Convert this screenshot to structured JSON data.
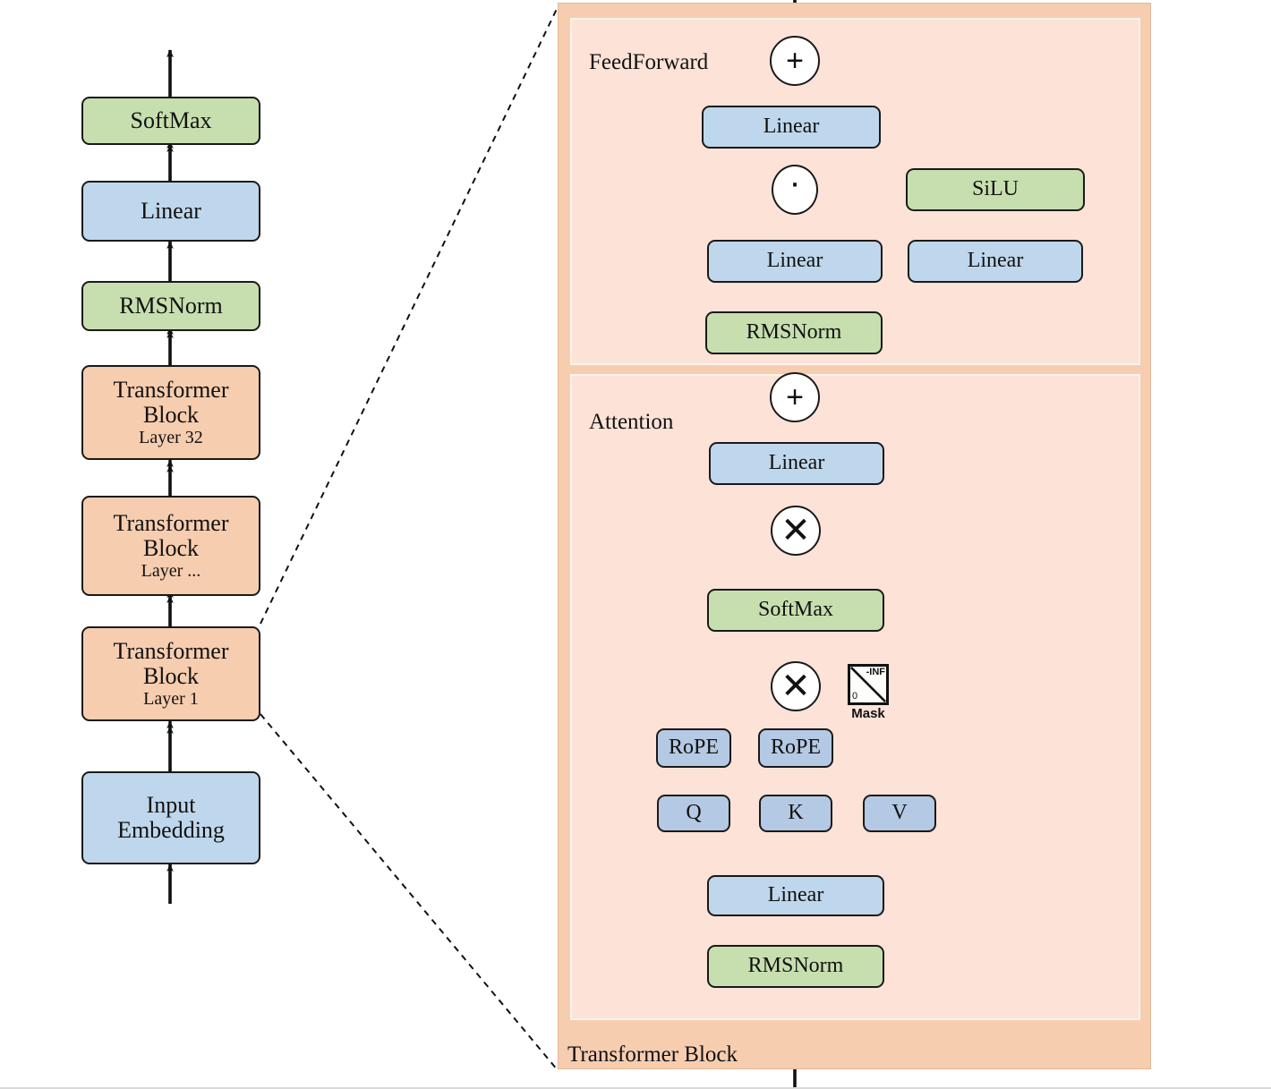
{
  "diagram": {
    "title": "Transformer (LLaMA-style) architecture",
    "colors": {
      "green": "#c7dfae",
      "blue": "#bfd7ec",
      "blue_dark": "#b4c9e4",
      "orange": "#f6cdaf",
      "panel_outer": "#f7cdb0",
      "panel_inner": "#fce2d7",
      "stroke": "#1a1a1a",
      "background": "#ffffff"
    }
  },
  "stack": {
    "name": "model-stack",
    "blocks": [
      {
        "label": "SoftMax",
        "sublabel": "",
        "kind": "green"
      },
      {
        "label": "Linear",
        "sublabel": "",
        "kind": "blue"
      },
      {
        "label": "RMSNorm",
        "sublabel": "",
        "kind": "green"
      },
      {
        "label": "Transformer\nBlock",
        "line1": "Transformer",
        "line2": "Block",
        "sublabel": "Layer 32",
        "kind": "orange"
      },
      {
        "label": "Transformer\nBlock",
        "line1": "Transformer",
        "line2": "Block",
        "sublabel": "Layer ...",
        "kind": "orange"
      },
      {
        "label": "Transformer\nBlock",
        "line1": "Transformer",
        "line2": "Block",
        "sublabel": "Layer 1",
        "kind": "orange"
      },
      {
        "label": "Input\nEmbedding",
        "line1": "Input",
        "line2": "Embedding",
        "sublabel": "",
        "kind": "blue"
      }
    ]
  },
  "detail": {
    "outer_label": "Transformer Block",
    "feedforward": {
      "section_label": "FeedForward",
      "add_symbol": "+",
      "mul_symbol": "·",
      "nodes": {
        "rmsnorm": "RMSNorm",
        "linear_gate": "Linear",
        "linear_up": "Linear",
        "silu": "SiLU",
        "linear_down": "Linear"
      }
    },
    "attention": {
      "section_label": "Attention",
      "add_symbol": "+",
      "matmul_symbol": "✕",
      "nodes": {
        "rmsnorm": "RMSNorm",
        "linear_qkv": "Linear",
        "q": "Q",
        "k": "K",
        "v": "V",
        "rope_q": "RoPE",
        "rope_k": "RoPE",
        "softmax": "SoftMax",
        "linear_out": "Linear"
      },
      "mask": {
        "caption": "Mask",
        "upper_value": "-INF",
        "lower_value": "0"
      }
    }
  }
}
